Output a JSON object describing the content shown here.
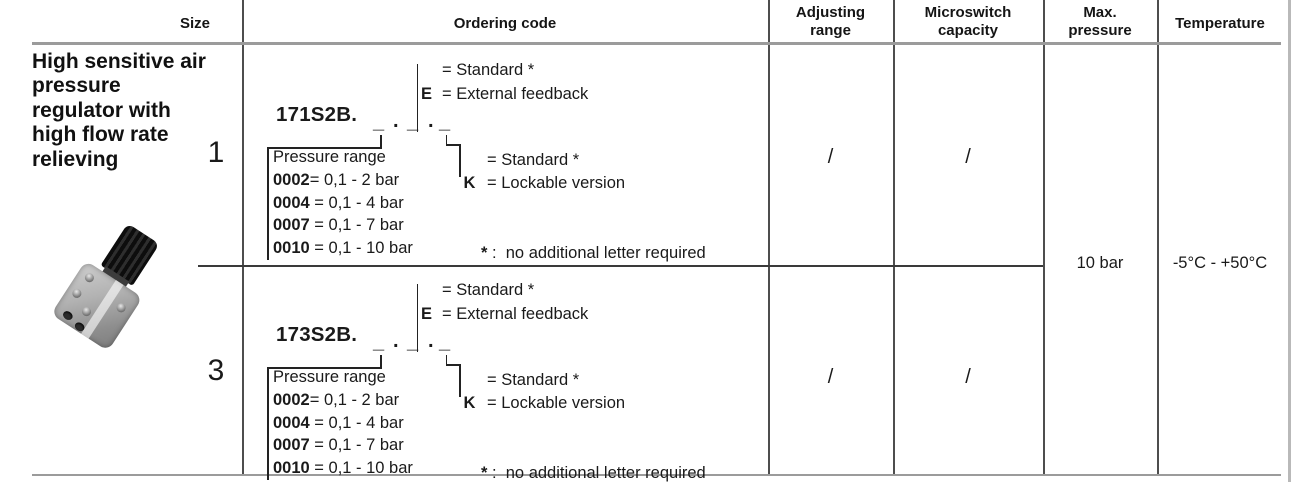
{
  "colors": {
    "text": "#1a1a1a",
    "grid_dark": "#4e4e4e",
    "grid_gray": "#9b9b9b",
    "background": "#ffffff"
  },
  "header": {
    "size": "Size",
    "ordering_code": "Ordering code",
    "adjusting_range": "Adjusting range",
    "microswitch_capacity": "Microswitch capacity",
    "max_pressure": "Max. pressure",
    "temperature": "Temperature"
  },
  "product": {
    "title": "High sensitive air pressure regulator with high flow rate relieving",
    "photo": "air-pressure-regulator-photo"
  },
  "rows": [
    {
      "size": "1",
      "code": "171S2B.",
      "blank": "_",
      "dot": ".",
      "std_top": "= Standard *",
      "ext_key": "E",
      "ext_label": "= External feedback",
      "box_title": "Pressure range",
      "box_items": [
        {
          "key": "0002",
          "label": "= 0,1 - 2 bar"
        },
        {
          "key": "0004",
          "label": " = 0,1 - 4 bar"
        },
        {
          "key": "0007",
          "label": " = 0,1 - 7 bar"
        },
        {
          "key": "0010",
          "label": " = 0,1 - 10 bar"
        }
      ],
      "std_mid": "= Standard *",
      "k_key": "K",
      "k_label": "= Lockable version",
      "footnote_star": "*",
      "footnote": " :  no additional letter required",
      "adjusting_range": "/",
      "microswitch_capacity": "/"
    },
    {
      "size": "3",
      "code": "173S2B.",
      "blank": "_",
      "dot": ".",
      "std_top": "= Standard *",
      "ext_key": "E",
      "ext_label": "= External feedback",
      "box_title": "Pressure range",
      "box_items": [
        {
          "key": "0002",
          "label": "= 0,1 - 2 bar"
        },
        {
          "key": "0004",
          "label": " = 0,1 - 4 bar"
        },
        {
          "key": "0007",
          "label": " = 0,1 - 7 bar"
        },
        {
          "key": "0010",
          "label": " = 0,1 - 10 bar"
        }
      ],
      "std_mid": "= Standard *",
      "k_key": "K",
      "k_label": "= Lockable version",
      "footnote_star": "*",
      "footnote": " :  no additional letter required",
      "adjusting_range": "/",
      "microswitch_capacity": "/"
    }
  ],
  "merged": {
    "max_pressure": "10 bar",
    "temperature": "-5°C - +50°C"
  }
}
